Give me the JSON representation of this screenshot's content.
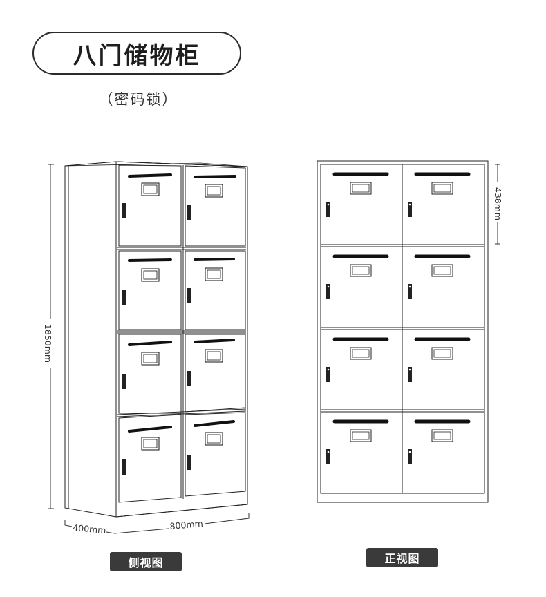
{
  "title": "八门储物柜",
  "subtitle": "（密码锁）",
  "dimensions": {
    "height": "1850mm",
    "depth": "400mm",
    "width": "800mm",
    "door_height": "438mm"
  },
  "view_labels": {
    "side": "侧视图",
    "front": "正视图"
  },
  "cabinet": {
    "rows": 4,
    "columns": 2,
    "lock_type": "combination-lock-icon",
    "colors": {
      "stroke": "#222222",
      "handle": "#111111"
    }
  }
}
